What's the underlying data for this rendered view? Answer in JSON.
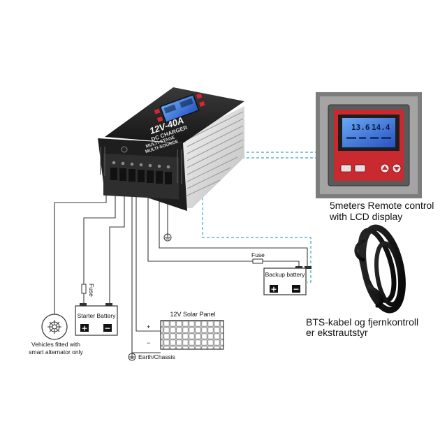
{
  "charger": {
    "title": "12V-40A",
    "subtitle": "DC CHARGER",
    "line1": "MULTI-STAGE",
    "line2": "MULTI-SOURCE"
  },
  "remote": {
    "lcd_left": "13.6",
    "lcd_right": "14.4",
    "caption_line1": "5meters Remote control",
    "caption_line2": "with LCD display"
  },
  "cable": {
    "caption_line1": "BTS-kabel og fjernkontroll",
    "caption_line2": "er ekstrautstyr"
  },
  "labels": {
    "fuse_backup": "Fuse",
    "fuse_starter": "Fuse",
    "backup_battery": "Backup battery",
    "starter_battery": "Starter Battery",
    "solar_panel": "12V  Solar  Panel",
    "earth_chassis": "Earth/Chassis",
    "alternator_line1": "Vehicles fitted with",
    "alternator_line2": "smart alternator only",
    "plus": "+",
    "minus": "−"
  },
  "colors": {
    "wire": "#3a3a3a",
    "dashed_wire": "#3aa3c9",
    "charger_body": "#2a2a2a",
    "remote_red": "#d7262f",
    "lcd_blue": "#2f6fd6"
  }
}
